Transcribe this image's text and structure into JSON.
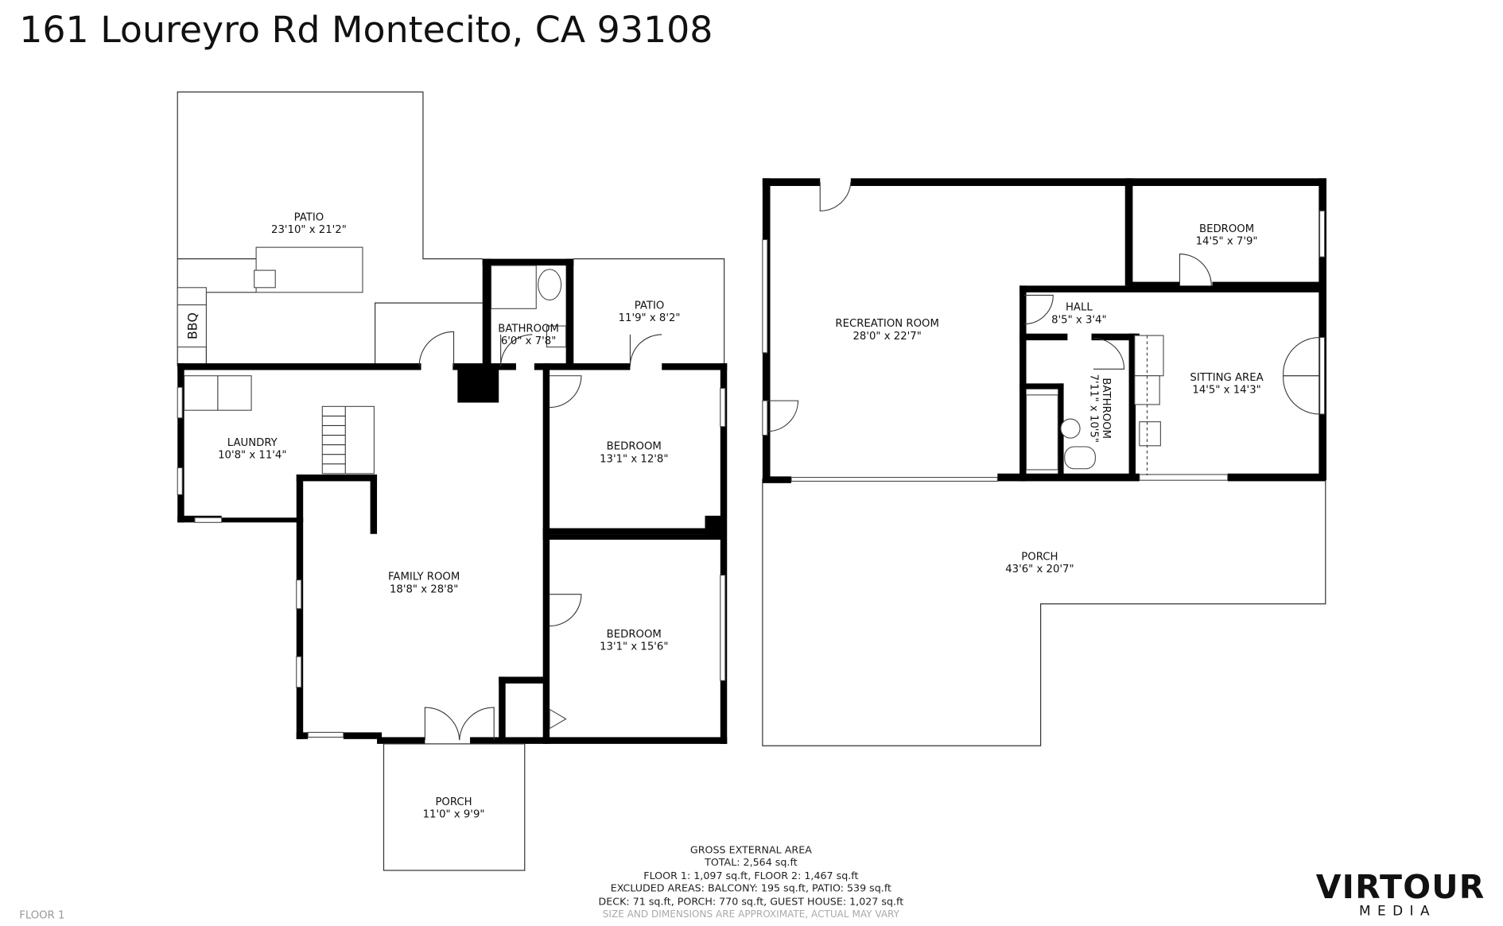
{
  "title": "161 Loureyro Rd Montecito, CA  93108",
  "rooms": [
    {
      "name": "PATIO",
      "dims": "23'10\" x 21'2\""
    },
    {
      "name": "BATHROOM",
      "dims": "6'0\" x 7'8\""
    },
    {
      "name": "PATIO",
      "dims": "11'9\" x 8'2\""
    },
    {
      "name": "LAUNDRY",
      "dims": "10'8\" x 11'4\""
    },
    {
      "name": "BEDROOM",
      "dims": "13'1\" x 12'8\""
    },
    {
      "name": "FAMILY ROOM",
      "dims": "18'8\" x 28'8\""
    },
    {
      "name": "BEDROOM",
      "dims": "13'1\" x 15'6\""
    },
    {
      "name": "PORCH",
      "dims": "11'0\" x 9'9\""
    },
    {
      "name": "RECREATION ROOM",
      "dims": "28'0\" x 22'7\""
    },
    {
      "name": "BEDROOM",
      "dims": "14'5\" x 7'9\""
    },
    {
      "name": "HALL",
      "dims": "8'5\" x 3'4\""
    },
    {
      "name": "BATHROOM",
      "dims": "7'11\" x 10'5\""
    },
    {
      "name": "SITTING AREA",
      "dims": "14'5\" x 14'3\""
    },
    {
      "name": "PORCH",
      "dims": "43'6\" x 20'7\""
    }
  ],
  "fixtures": {
    "bbq": "BBQ"
  },
  "area_summary": {
    "heading": "GROSS EXTERNAL AREA",
    "total": "TOTAL: 2,564 sq.ft",
    "floors": "FLOOR 1: 1,097 sq.ft, FLOOR 2: 1,467 sq.ft",
    "excluded": "EXCLUDED AREAS: BALCONY: 195 sq.ft, PATIO: 539 sq.ft",
    "excluded2": "DECK: 71 sq.ft, PORCH: 770 sq.ft, GUEST HOUSE: 1,027 sq.ft",
    "disclaimer": "SIZE AND DIMENSIONS ARE APPROXIMATE, ACTUAL MAY VARY"
  },
  "floor_label": "FLOOR 1",
  "logo": {
    "line1": "VIRTOUR",
    "line2": "MEDIA"
  }
}
